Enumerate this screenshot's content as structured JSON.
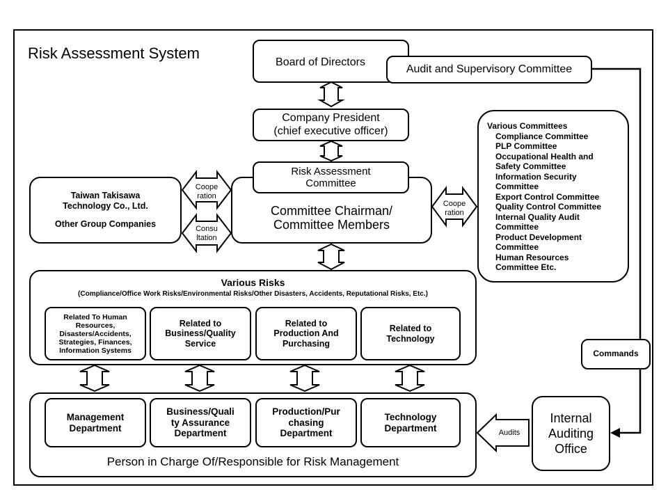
{
  "title": "Risk Assessment System",
  "board": "Board of Directors",
  "audit_committee": "Audit and Supervisory Committee",
  "president": {
    "line1": "Company President",
    "line2": "(chief executive officer)"
  },
  "risk_committee": {
    "line1": "Risk Assessment",
    "line2": "Committee"
  },
  "chairman": {
    "line1": "Committee Chairman/",
    "line2": "Committee Members"
  },
  "group": {
    "line1": "Taiwan Takisawa",
    "line2": "Technology Co., Ltd.",
    "line3": "Other Group Companies"
  },
  "cooperation_left": {
    "line1": "Coope",
    "line2": "ration"
  },
  "consultation": {
    "line1": "Consu",
    "line2": "ltation"
  },
  "cooperation_right": {
    "line1": "Coope",
    "line2": "ration"
  },
  "committees": {
    "heading": "Various Committees",
    "lines": [
      "Compliance Committee",
      "PLP Committee",
      "Occupational Health and",
      "Safety Committee",
      "Information Security",
      "Committee",
      "Export  Control Committee",
      "Quality Control Committee",
      "Internal Quality Audit",
      "Committee",
      "Product Development",
      "Committee",
      "Human Resources",
      "Committee  Etc."
    ]
  },
  "risks": {
    "heading": "Various Risks",
    "subheading": "(Compliance/Office Work Risks/Environmental Risks/Other Disasters, Accidents, Reputational Risks, Etc.)",
    "categories": [
      {
        "lines": [
          "Related To Human",
          "Resources,",
          "Disasters/Accidents,",
          "Strategies, Finances,",
          "Information Systems"
        ]
      },
      {
        "lines": [
          "Related to",
          "Business/Quality",
          "Service"
        ]
      },
      {
        "lines": [
          "Related to",
          "Production And",
          "Purchasing"
        ]
      },
      {
        "lines": [
          "Related to",
          "Technology"
        ]
      }
    ]
  },
  "departments": {
    "items": [
      {
        "lines": [
          "Management",
          "Department"
        ]
      },
      {
        "lines": [
          "Business/Quali",
          "ty Assurance",
          "Department"
        ]
      },
      {
        "lines": [
          "Production/Pur",
          "chasing",
          "Department"
        ]
      },
      {
        "lines": [
          "Technology",
          "Department"
        ]
      }
    ],
    "footer": "Person in Charge Of/Responsible for Risk Management"
  },
  "commands": "Commands",
  "audits": "Audits",
  "internal_audit": {
    "line1": "Internal",
    "line2": "Auditing",
    "line3": "Office"
  }
}
